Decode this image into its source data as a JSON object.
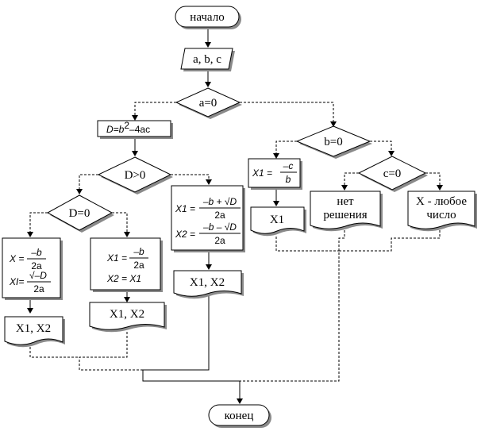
{
  "nodes": {
    "start": "начало",
    "input": "a, b, c",
    "cond_a": "a=0",
    "disc_prefix": "D=b",
    "disc_exp": "2",
    "disc_suffix": "–4ac",
    "cond_d_pos": "D>0",
    "cond_d_zero": "D=0",
    "cond_b": "b=0",
    "cond_c": "c=0",
    "neg_x_lhs": "X =",
    "neg_x_num": "–b",
    "neg_x_den": "2a",
    "neg_xi_lhs": "XI=",
    "neg_xi_num": "√–D",
    "neg_xi_den": "2a",
    "zero_x1_lhs": "X1 =",
    "zero_x1_num": "–b",
    "zero_x1_den": "2a",
    "zero_x2": "X2 = X1",
    "pos_x1_lhs": "X1 =",
    "pos_x1_num": "–b + √D",
    "pos_x1_den": "2a",
    "pos_x2_lhs": "X2 =",
    "pos_x2_num": "–b – √D",
    "pos_x2_den": "2a",
    "lin_x1_lhs": "X1 =",
    "lin_x1_num": "–c",
    "lin_x1_den": "b",
    "out_neg": "X1, X2",
    "out_zero": "X1, X2",
    "out_pos": "X1, X2",
    "out_lin": "X1",
    "no_solution_line1": "нет",
    "no_solution_line2": "решения",
    "any_number_line1": "X - любое",
    "any_number_line2": "число",
    "end": "конец"
  }
}
